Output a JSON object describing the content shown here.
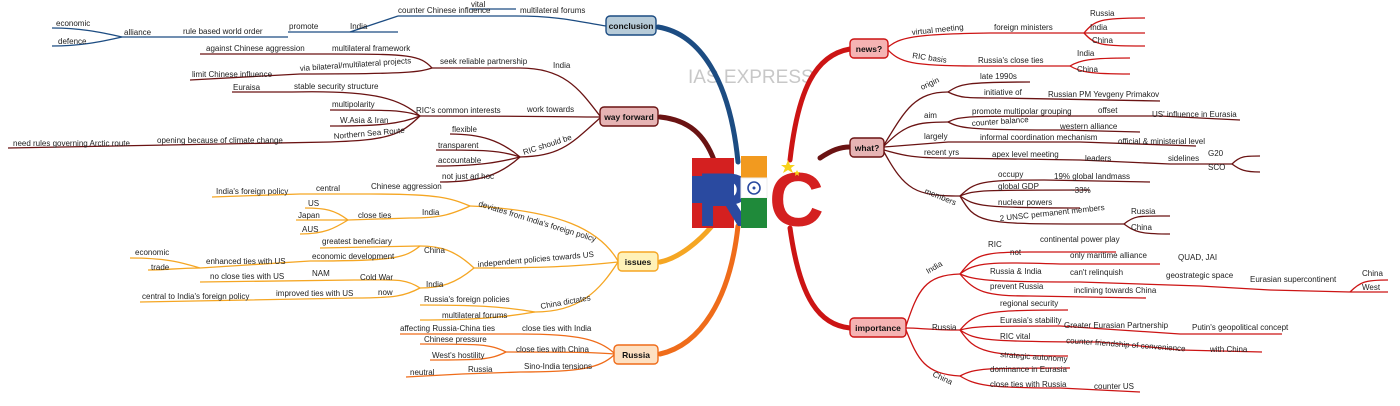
{
  "watermark": "IAS EXPRESS",
  "center": {
    "letters": [
      "R",
      "I",
      "C"
    ],
    "colors": {
      "red": "#d42020",
      "blue": "#2a4aa0",
      "saffron": "#f29a1f",
      "green": "#1f8a3a",
      "yellow": "#f7d21a"
    }
  },
  "branch_colors": {
    "conclusion": "#1c4c82",
    "way_forward": "#6a1313",
    "issues": "#f5a623",
    "russia": "#ef6c1a",
    "news": "#cc1414",
    "what": "#6a1313",
    "importance": "#cc1414"
  },
  "hubs": {
    "conclusion": "conclusion",
    "way_forward": "way forward",
    "issues": "issues",
    "russia": "Russia",
    "news": "news?",
    "what": "what?",
    "importance": "importance"
  },
  "conclusion": {
    "vital": "vital",
    "multilateral_forums": "multilateral forums",
    "counter_chinese": "counter Chinese influence",
    "india": "India",
    "promote": "promote",
    "rule_based": "rule based world order",
    "alliance": "alliance",
    "economic": "economic",
    "defence": "defence"
  },
  "way_forward": {
    "india": "India",
    "seek_partnership": "seek reliable partnership",
    "multilateral_framework": "multilateral framework",
    "against_chinese": "against Chinese aggression",
    "via_projects": "via bilateral/multilateral projects",
    "limit_chinese": "limit Chinese influence",
    "work_towards": "work towards",
    "common_interests": "RIC's common interests",
    "stable_security": "stable security structure",
    "euraisa": "Euraisa",
    "multipolarity": "multipolarity",
    "w_asia": "W.Asia & Iran",
    "northern_sea": "Northern Sea Route",
    "climate": "opening because of climate change",
    "arctic": "need rules governing Arctic route",
    "ric_should_be": "RIC should be",
    "flexible": "flexible",
    "transparent": "transparent",
    "accountable": "accountable",
    "not_ad_hoc": "not just ad hoc"
  },
  "issues": {
    "deviates": "deviates from India's foreign policy",
    "chinese_aggression": "Chinese aggression",
    "central": "central",
    "india_foreign_policy": "India's foreign policy",
    "india": "India",
    "close_ties": "close ties",
    "us": "US",
    "japan": "Japan",
    "aus": "AUS",
    "independent_policies": "independent policies towards US",
    "china": "China",
    "greatest_beneficiary": "greatest beneficiary",
    "economic_development": "economic development",
    "enhanced_ties": "enhanced ties with US",
    "economic": "economic",
    "trade": "trade",
    "india2": "India",
    "nam": "NAM",
    "no_close_ties": "no close ties with US",
    "cold_war": "Cold War",
    "now": "now",
    "improved_ties": "improved ties with US",
    "central_india_fp": "central to India's foreign policy",
    "china_dictates": "China dictates",
    "russias_foreign_policies": "Russia's foreign policies",
    "multilateral_forums": "multilateral forums"
  },
  "russia_branch": {
    "close_ties_india": "close ties with India",
    "affecting": "affecting Russia-China ties",
    "close_ties_china": "close ties with China",
    "chinese_pressure": "Chinese pressure",
    "west_hostility": "West's hostility",
    "sino_india": "Sino-India tensions",
    "russia": "Russia",
    "neutral": "neutral"
  },
  "news": {
    "virtual_meeting": "virtual meeting",
    "foreign_ministers": "foreign ministers",
    "russia": "Russia",
    "india": "India",
    "china": "China",
    "ric_basis": "RIC basis",
    "russias_close_ties": "Russia's close ties",
    "india2": "India",
    "china2": "China"
  },
  "what": {
    "origin": "origin",
    "late_1990s": "late 1990s",
    "initiative_of": "initiative of",
    "primakov": "Russian PM Yevgeny Primakov",
    "aim": "aim",
    "promote_multipolar": "promote multipolar grouping",
    "offset": "offset",
    "us_influence": "US' influence in Eurasia",
    "counter_balance": "counter balance",
    "western_alliance": "western alliance",
    "largely": "largely",
    "informal": "informal coordination mechanism",
    "official": "official & ministerial level",
    "recent_yrs": "recent yrs",
    "apex": "apex level meeting",
    "leaders": "leaders",
    "sidelines": "sidelines",
    "g20": "G20",
    "sco": "SCO",
    "members": "members",
    "occupy": "occupy",
    "landmass": "19% global landmass",
    "global_gdp": "global GDP",
    "gdp_val": "~33%",
    "nuclear": "nuclear powers",
    "unsc": "2 UNSC permanent members",
    "russia": "Russia",
    "china": "China"
  },
  "importance": {
    "india": "India",
    "ric": "RIC",
    "continental": "continental power play",
    "not": "not",
    "maritime": "only maritime alliance",
    "quad": "QUAD, JAI",
    "russia_india": "Russia & India",
    "cant_relinquish": "can't relinquish",
    "geostrategic": "geostrategic space",
    "eurasian_super": "Eurasian supercontinent",
    "china": "China",
    "west": "West",
    "prevent_russia": "prevent Russia",
    "inclining": "inclining towards China",
    "russia": "Russia",
    "regional_security": "regional security",
    "eurasia_stability": "Eurasia's stability",
    "greater_eurasian": "Greater Eurasian Partnership",
    "putin": "Putin's geopolitical concept",
    "ric_vital": "RIC vital",
    "counter_friendship": "counter friendship of convenience",
    "with_china": "with China",
    "strategic_autonomy": "strategic autonomy",
    "china2": "China",
    "dominance": "dominance in Eurasia",
    "close_ties_russia": "close ties with Russia",
    "counter_us": "counter US"
  }
}
